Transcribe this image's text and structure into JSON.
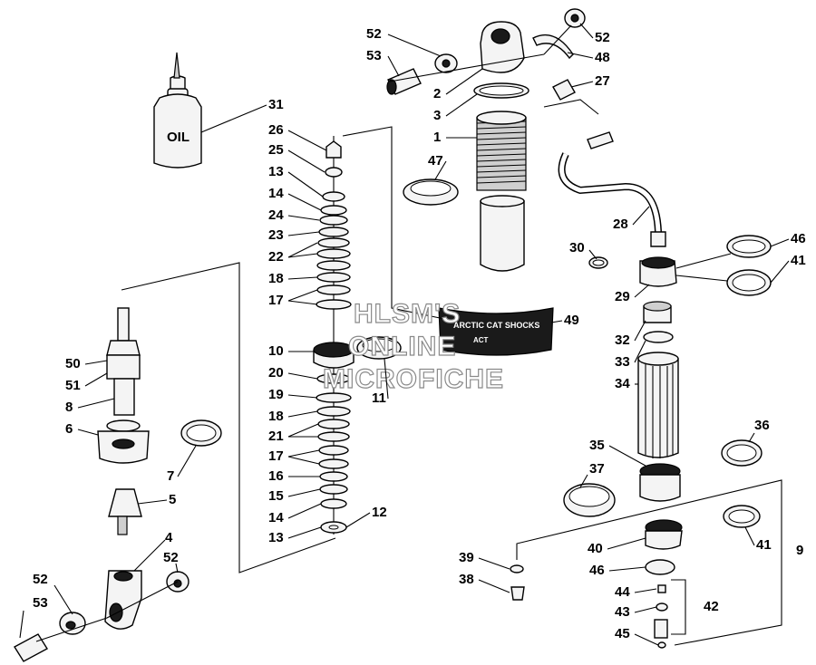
{
  "diagram": {
    "oil_bottle_text": "OIL",
    "decal_text_1": "ARCTIC CAT SHOCKS",
    "decal_text_2": "ACT",
    "watermark": [
      "HLSM'S",
      "ONLINE",
      "MICROFICHE"
    ],
    "callouts": [
      "52",
      "53",
      "2",
      "3",
      "1",
      "47",
      "48",
      "52",
      "27",
      "31",
      "26",
      "25",
      "13",
      "14",
      "24",
      "23",
      "22",
      "18",
      "17",
      "10",
      "20",
      "19",
      "18",
      "21",
      "17",
      "16",
      "15",
      "14",
      "13",
      "12",
      "11",
      "49",
      "50",
      "51",
      "8",
      "6",
      "7",
      "5",
      "4",
      "52",
      "52",
      "53",
      "28",
      "30",
      "46",
      "41",
      "29",
      "32",
      "33",
      "34",
      "35",
      "36",
      "37",
      "39",
      "38",
      "40",
      "41",
      "46",
      "44",
      "43",
      "42",
      "45",
      "9"
    ]
  }
}
